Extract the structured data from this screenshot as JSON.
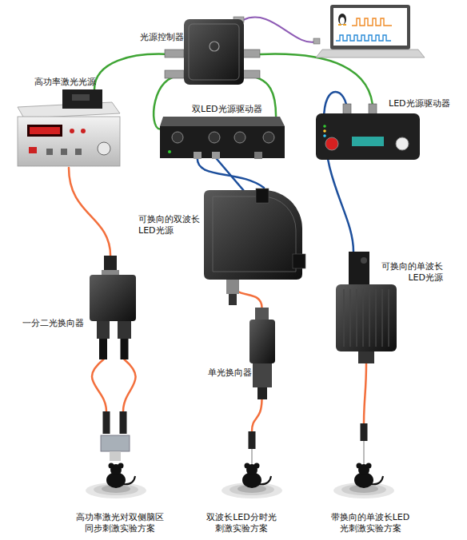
{
  "diagram": {
    "nodes": [
      {
        "text": [
          "光源控制器"
        ]
      },
      {
        "text": [
          "高功率激光光源"
        ]
      },
      {
        "text": [
          "双LED光源驱动器"
        ]
      },
      {
        "text": [
          "LED光源驱动器"
        ]
      },
      {
        "text": [
          "可换向的双波长 LED光源"
        ]
      },
      {
        "text": [
          "一分二光换向器"
        ]
      },
      {
        "text": [
          "单光换向器"
        ]
      },
      {
        "text": [
          "可换向的单波长 LED光源"
        ]
      },
      {
        "text": [
          "高功率激光对双侧脑区 同步刺激实验方案"
        ]
      },
      {
        "text": [
          "双波长LED分时光 刺激实验方案"
        ]
      },
      {
        "text": [
          "带换向的单波长LED 光刺激实验方案"
        ]
      }
    ],
    "edges": [
      {
        "from": 0,
        "to": 1,
        "arrow": "none"
      },
      {
        "from": 0,
        "to": 2,
        "arrow": "none"
      },
      {
        "from": 0,
        "to": 3,
        "arrow": "none"
      },
      {
        "from": 0,
        "to": 2,
        "arrow": "none"
      },
      {
        "from": 2,
        "to": 4,
        "arrow": "none"
      },
      {
        "from": 2,
        "to": 4,
        "arrow": "none"
      },
      {
        "from": 3,
        "to": 7,
        "arrow": "none"
      },
      {
        "from": 1,
        "to": 5,
        "arrow": "none"
      },
      {
        "from": 4,
        "to": 6,
        "arrow": "none"
      },
      {
        "from": 5,
        "to": 8,
        "arrow": "none"
      },
      {
        "from": 5,
        "to": 8,
        "arrow": "none"
      },
      {
        "from": 6,
        "to": 9,
        "arrow": "none"
      },
      {
        "from": 7,
        "to": 10,
        "arrow": "none"
      }
    ]
  }
}
